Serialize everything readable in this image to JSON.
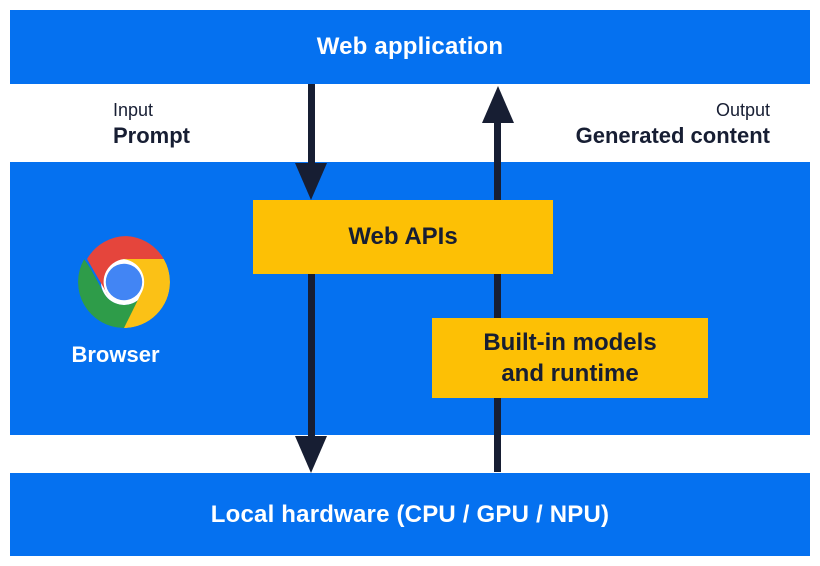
{
  "colors": {
    "page_bg": "#ffffff",
    "band_blue": "#0571F0",
    "box_yellow": "#FDC005",
    "ink_navy": "#171E33",
    "text_white": "#ffffff",
    "chrome_red": "#E5453C",
    "chrome_green": "#2E9C49",
    "chrome_yellow": "#FBC116",
    "chrome_blue": "#4285F4",
    "chrome_ring": "#ffffff"
  },
  "diagram": {
    "top_band": {
      "label": "Web application"
    },
    "flow_left": {
      "caption": "Input",
      "label": "Prompt"
    },
    "flow_right": {
      "caption": "Output",
      "label": "Generated content"
    },
    "browser": {
      "label": "Browser",
      "icon": "chrome-logo-icon"
    },
    "web_apis_box": {
      "label": "Web APIs"
    },
    "builtin_box": {
      "lines": [
        "Built-in models",
        "and runtime"
      ]
    },
    "bottom_band": {
      "label": "Local hardware (CPU / GPU / NPU)"
    }
  }
}
